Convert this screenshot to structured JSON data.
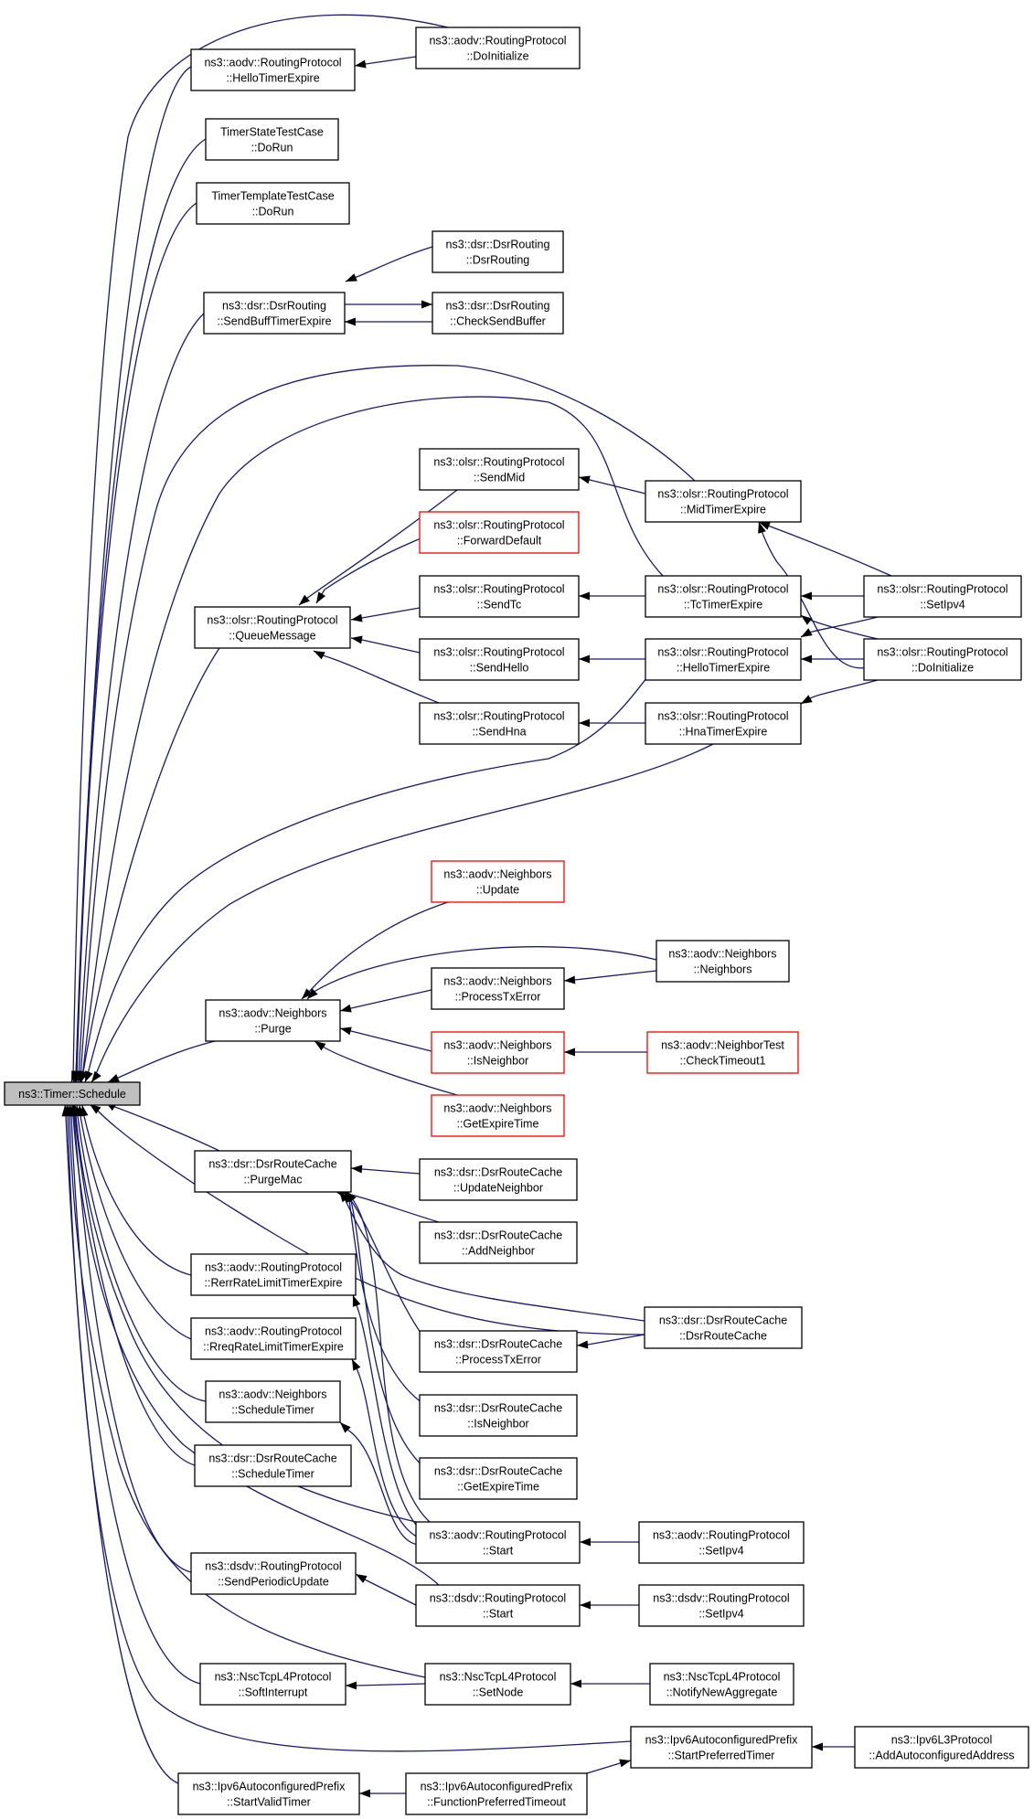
{
  "diagram": {
    "root_id": "timer_schedule",
    "nodes": [
      {
        "id": "timer_schedule",
        "lines": [
          "ns3::Timer::Schedule"
        ],
        "color": "root"
      },
      {
        "id": "aodv_hello",
        "lines": [
          "ns3::aodv::RoutingProtocol",
          "::HelloTimerExpire"
        ],
        "color": "black"
      },
      {
        "id": "aodv_doinit",
        "lines": [
          "ns3::aodv::RoutingProtocol",
          "::DoInitialize"
        ],
        "color": "black"
      },
      {
        "id": "timerstate",
        "lines": [
          "TimerStateTestCase",
          "::DoRun"
        ],
        "color": "black"
      },
      {
        "id": "timertemplate",
        "lines": [
          "TimerTemplateTestCase",
          "::DoRun"
        ],
        "color": "black"
      },
      {
        "id": "dsr_sendbuff",
        "lines": [
          "ns3::dsr::DsrRouting",
          "::SendBuffTimerExpire"
        ],
        "color": "black"
      },
      {
        "id": "dsr_dsrrouting",
        "lines": [
          "ns3::dsr::DsrRouting",
          "::DsrRouting"
        ],
        "color": "black"
      },
      {
        "id": "dsr_checksend",
        "lines": [
          "ns3::dsr::DsrRouting",
          "::CheckSendBuffer"
        ],
        "color": "black"
      },
      {
        "id": "olsr_queue",
        "lines": [
          "ns3::olsr::RoutingProtocol",
          "::QueueMessage"
        ],
        "color": "black"
      },
      {
        "id": "olsr_sendmid",
        "lines": [
          "ns3::olsr::RoutingProtocol",
          "::SendMid"
        ],
        "color": "black"
      },
      {
        "id": "olsr_fwd",
        "lines": [
          "ns3::olsr::RoutingProtocol",
          "::ForwardDefault"
        ],
        "color": "red"
      },
      {
        "id": "olsr_sendtc",
        "lines": [
          "ns3::olsr::RoutingProtocol",
          "::SendTc"
        ],
        "color": "black"
      },
      {
        "id": "olsr_sendhello",
        "lines": [
          "ns3::olsr::RoutingProtocol",
          "::SendHello"
        ],
        "color": "black"
      },
      {
        "id": "olsr_sendhna",
        "lines": [
          "ns3::olsr::RoutingProtocol",
          "::SendHna"
        ],
        "color": "black"
      },
      {
        "id": "olsr_midexp",
        "lines": [
          "ns3::olsr::RoutingProtocol",
          "::MidTimerExpire"
        ],
        "color": "black"
      },
      {
        "id": "olsr_tcexp",
        "lines": [
          "ns3::olsr::RoutingProtocol",
          "::TcTimerExpire"
        ],
        "color": "black"
      },
      {
        "id": "olsr_helloexp",
        "lines": [
          "ns3::olsr::RoutingProtocol",
          "::HelloTimerExpire"
        ],
        "color": "black"
      },
      {
        "id": "olsr_hnaexp",
        "lines": [
          "ns3::olsr::RoutingProtocol",
          "::HnaTimerExpire"
        ],
        "color": "black"
      },
      {
        "id": "olsr_setipv4",
        "lines": [
          "ns3::olsr::RoutingProtocol",
          "::SetIpv4"
        ],
        "color": "black"
      },
      {
        "id": "olsr_doinit",
        "lines": [
          "ns3::olsr::RoutingProtocol",
          "::DoInitialize"
        ],
        "color": "black"
      },
      {
        "id": "nb_update",
        "lines": [
          "ns3::aodv::Neighbors",
          "::Update"
        ],
        "color": "red"
      },
      {
        "id": "nb_purge",
        "lines": [
          "ns3::aodv::Neighbors",
          "::Purge"
        ],
        "color": "black"
      },
      {
        "id": "nb_neighbors",
        "lines": [
          "ns3::aodv::Neighbors",
          "::Neighbors"
        ],
        "color": "black"
      },
      {
        "id": "nb_ptxerr",
        "lines": [
          "ns3::aodv::Neighbors",
          "::ProcessTxError"
        ],
        "color": "black"
      },
      {
        "id": "nb_isnb",
        "lines": [
          "ns3::aodv::Neighbors",
          "::IsNeighbor"
        ],
        "color": "red"
      },
      {
        "id": "nbtest",
        "lines": [
          "ns3::aodv::NeighborTest",
          "::CheckTimeout1"
        ],
        "color": "red"
      },
      {
        "id": "nb_getexp",
        "lines": [
          "ns3::aodv::Neighbors",
          "::GetExpireTime"
        ],
        "color": "red"
      },
      {
        "id": "rc_purgemac",
        "lines": [
          "ns3::dsr::DsrRouteCache",
          "::PurgeMac"
        ],
        "color": "black"
      },
      {
        "id": "rc_updnb",
        "lines": [
          "ns3::dsr::DsrRouteCache",
          "::UpdateNeighbor"
        ],
        "color": "black"
      },
      {
        "id": "rc_addnb",
        "lines": [
          "ns3::dsr::DsrRouteCache",
          "::AddNeighbor"
        ],
        "color": "black"
      },
      {
        "id": "rc_rc",
        "lines": [
          "ns3::dsr::DsrRouteCache",
          "::DsrRouteCache"
        ],
        "color": "black"
      },
      {
        "id": "rc_ptxerr",
        "lines": [
          "ns3::dsr::DsrRouteCache",
          "::ProcessTxError"
        ],
        "color": "black"
      },
      {
        "id": "rc_isnb",
        "lines": [
          "ns3::dsr::DsrRouteCache",
          "::IsNeighbor"
        ],
        "color": "black"
      },
      {
        "id": "rc_getexp",
        "lines": [
          "ns3::dsr::DsrRouteCache",
          "::GetExpireTime"
        ],
        "color": "black"
      },
      {
        "id": "aodv_rerr",
        "lines": [
          "ns3::aodv::RoutingProtocol",
          "::RerrRateLimitTimerExpire"
        ],
        "color": "black"
      },
      {
        "id": "aodv_rreq",
        "lines": [
          "ns3::aodv::RoutingProtocol",
          "::RreqRateLimitTimerExpire"
        ],
        "color": "black"
      },
      {
        "id": "nb_sched",
        "lines": [
          "ns3::aodv::Neighbors",
          "::ScheduleTimer"
        ],
        "color": "black"
      },
      {
        "id": "rc_sched",
        "lines": [
          "ns3::dsr::DsrRouteCache",
          "::ScheduleTimer"
        ],
        "color": "black"
      },
      {
        "id": "aodv_start",
        "lines": [
          "ns3::aodv::RoutingProtocol",
          "::Start"
        ],
        "color": "black"
      },
      {
        "id": "aodv_setipv4",
        "lines": [
          "ns3::aodv::RoutingProtocol",
          "::SetIpv4"
        ],
        "color": "black"
      },
      {
        "id": "dsdv_periodic",
        "lines": [
          "ns3::dsdv::RoutingProtocol",
          "::SendPeriodicUpdate"
        ],
        "color": "black"
      },
      {
        "id": "dsdv_start",
        "lines": [
          "ns3::dsdv::RoutingProtocol",
          "::Start"
        ],
        "color": "black"
      },
      {
        "id": "dsdv_setipv4",
        "lines": [
          "ns3::dsdv::RoutingProtocol",
          "::SetIpv4"
        ],
        "color": "black"
      },
      {
        "id": "nsc_softint",
        "lines": [
          "ns3::NscTcpL4Protocol",
          "::SoftInterrupt"
        ],
        "color": "black"
      },
      {
        "id": "nsc_setnode",
        "lines": [
          "ns3::NscTcpL4Protocol",
          "::SetNode"
        ],
        "color": "black"
      },
      {
        "id": "nsc_notify",
        "lines": [
          "ns3::NscTcpL4Protocol",
          "::NotifyNewAggregate"
        ],
        "color": "black"
      },
      {
        "id": "ipv6_startpref",
        "lines": [
          "ns3::Ipv6AutoconfiguredPrefix",
          "::StartPreferredTimer"
        ],
        "color": "black"
      },
      {
        "id": "ipv6l3_add",
        "lines": [
          "ns3::Ipv6L3Protocol",
          "::AddAutoconfiguredAddress"
        ],
        "color": "black"
      },
      {
        "id": "ipv6_startvalid",
        "lines": [
          "ns3::Ipv6AutoconfiguredPrefix",
          "::StartValidTimer"
        ],
        "color": "black"
      },
      {
        "id": "ipv6_funcpref",
        "lines": [
          "ns3::Ipv6AutoconfiguredPrefix",
          "::FunctionPreferredTimeout"
        ],
        "color": "black"
      }
    ]
  },
  "colors": {
    "edge": "#191970",
    "node_border": "#000000",
    "highlight_border": "#ff0000",
    "root_fill": "#bfbfbf"
  }
}
